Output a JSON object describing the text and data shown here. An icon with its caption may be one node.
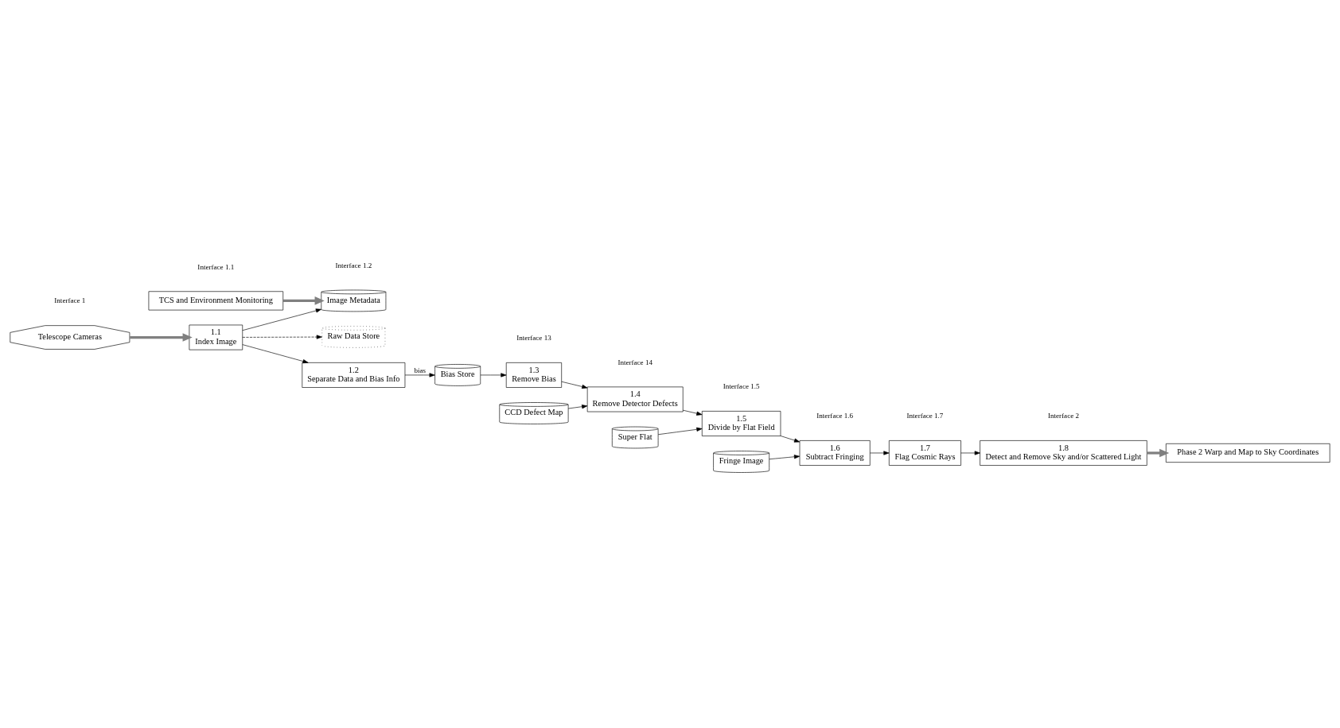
{
  "diagram": {
    "nodes": [
      {
        "text": [
          "Telescope Cameras"
        ]
      },
      {
        "text": [
          "TCS and Environment Monitoring"
        ]
      },
      {
        "text": [
          "1.1",
          "Index Image"
        ]
      },
      {
        "text": [
          "Image Metadata"
        ]
      },
      {
        "text": [
          "Raw Data Store"
        ]
      },
      {
        "text": [
          "1.2",
          "Separate Data and Bias Info"
        ]
      },
      {
        "text": [
          "Bias Store"
        ]
      },
      {
        "text": [
          "1.3",
          "Remove Bias"
        ]
      },
      {
        "text": [
          "1.4",
          "Remove Detector Defects"
        ]
      },
      {
        "text": [
          "CCD Defect Map"
        ]
      },
      {
        "text": [
          "1.5",
          "Divide by Flat Field"
        ]
      },
      {
        "text": [
          "Super Flat"
        ]
      },
      {
        "text": [
          "1.6",
          "Subtract Fringing"
        ]
      },
      {
        "text": [
          "Fringe Image"
        ]
      },
      {
        "text": [
          "1.7",
          "Flag Cosmic Rays"
        ]
      },
      {
        "text": [
          "1.8",
          "Detect and Remove Sky and/or Scattered Light"
        ]
      },
      {
        "text": [
          "Phase 2 Warp and Map to Sky Coordinates"
        ]
      }
    ],
    "edges": [
      {
        "from": 0,
        "to": 2,
        "arrow": "to",
        "style": "thick",
        "color": "#808080"
      },
      {
        "from": 1,
        "to": 3,
        "arrow": "to",
        "style": "thick",
        "color": "#808080"
      },
      {
        "from": 2,
        "to": 3,
        "arrow": "to"
      },
      {
        "from": 2,
        "to": 4,
        "arrow": "to",
        "style": "dashed"
      },
      {
        "from": 2,
        "to": 5,
        "arrow": "to"
      },
      {
        "from": 5,
        "to": 6,
        "arrow": "to",
        "label": "bias"
      },
      {
        "from": 6,
        "to": 7,
        "arrow": "to"
      },
      {
        "from": 7,
        "to": 8,
        "arrow": "to"
      },
      {
        "from": 9,
        "to": 8,
        "arrow": "to"
      },
      {
        "from": 8,
        "to": 10,
        "arrow": "to"
      },
      {
        "from": 11,
        "to": 10,
        "arrow": "to"
      },
      {
        "from": 10,
        "to": 12,
        "arrow": "to"
      },
      {
        "from": 13,
        "to": 12,
        "arrow": "to"
      },
      {
        "from": 12,
        "to": 14,
        "arrow": "to"
      },
      {
        "from": 14,
        "to": 15,
        "arrow": "to"
      },
      {
        "from": 15,
        "to": 16,
        "arrow": "to",
        "style": "thick",
        "color": "#808080"
      }
    ],
    "labels": [
      "Interface 1",
      "Interface 1.1",
      "Interface 1.2",
      "Interface 13",
      "Interface 14",
      "Interface 1.5",
      "Interface 1.6",
      "Interface 1.7",
      "Interface 2"
    ]
  }
}
